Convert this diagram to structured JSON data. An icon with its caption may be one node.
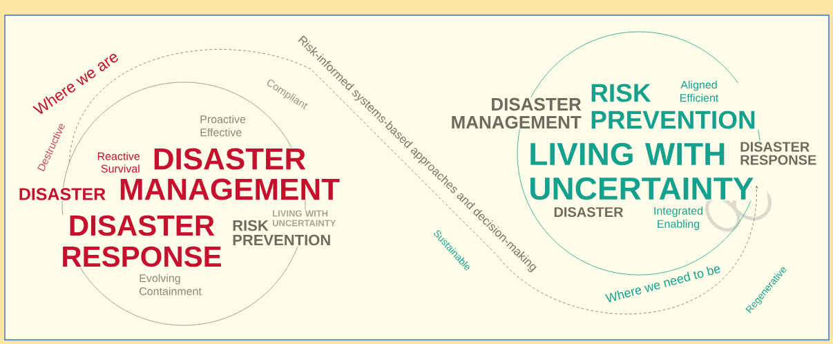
{
  "diagram": {
    "nodes": [
      {
        "text": [
          "Proactive Effective",
          "Reactive Survival",
          "DISASTER MANAGEMENT",
          "DISASTER RESPONSE",
          "RISK PREVENTION",
          "LIVING WITH UNCERTAINTY",
          "Evolving Containment"
        ]
      },
      {
        "text": [
          "RISK PREVENTION",
          "Aligned Efficient",
          "LIVING WITH UNCERTAINTY",
          "DISASTER",
          "Integrated Enabling"
        ]
      }
    ],
    "edges": [
      {
        "from": 0,
        "to": 1,
        "arrow": "to",
        "style": "dashed",
        "label": "Risk-informed systems-based approaches and decision-making"
      }
    ],
    "labels": [
      "Where we are",
      "Destructive",
      "Compliant",
      "DISASTER",
      "DISASTER MANAGEMENT",
      "DISASTER RESPONSE",
      "Sustainable",
      "Where we need to be",
      "Regenerative"
    ]
  }
}
